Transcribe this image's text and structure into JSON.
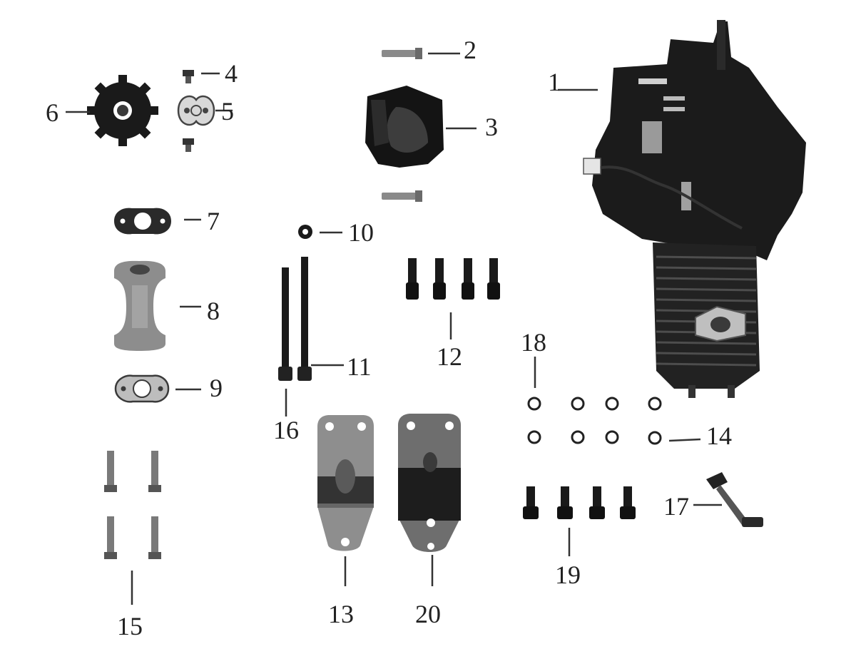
{
  "diagram": {
    "callouts": [
      {
        "id": "1",
        "label": "1"
      },
      {
        "id": "2",
        "label": "2"
      },
      {
        "id": "3",
        "label": "3"
      },
      {
        "id": "4",
        "label": "4"
      },
      {
        "id": "5",
        "label": "5"
      },
      {
        "id": "6",
        "label": "6"
      },
      {
        "id": "7",
        "label": "7"
      },
      {
        "id": "8",
        "label": "8"
      },
      {
        "id": "9",
        "label": "9"
      },
      {
        "id": "10",
        "label": "10"
      },
      {
        "id": "11",
        "label": "11"
      },
      {
        "id": "12",
        "label": "12"
      },
      {
        "id": "13",
        "label": "13"
      },
      {
        "id": "14",
        "label": "14"
      },
      {
        "id": "15",
        "label": "15"
      },
      {
        "id": "16",
        "label": "16"
      },
      {
        "id": "17",
        "label": "17"
      },
      {
        "id": "18",
        "label": "18"
      },
      {
        "id": "19",
        "label": "19"
      },
      {
        "id": "20",
        "label": "20"
      }
    ],
    "colors": {
      "part_dark": "#1a1a1a",
      "part_mid": "#555555",
      "part_gray": "#8a8a8a",
      "part_light": "#b5b5b5",
      "leader": "#333333"
    }
  }
}
